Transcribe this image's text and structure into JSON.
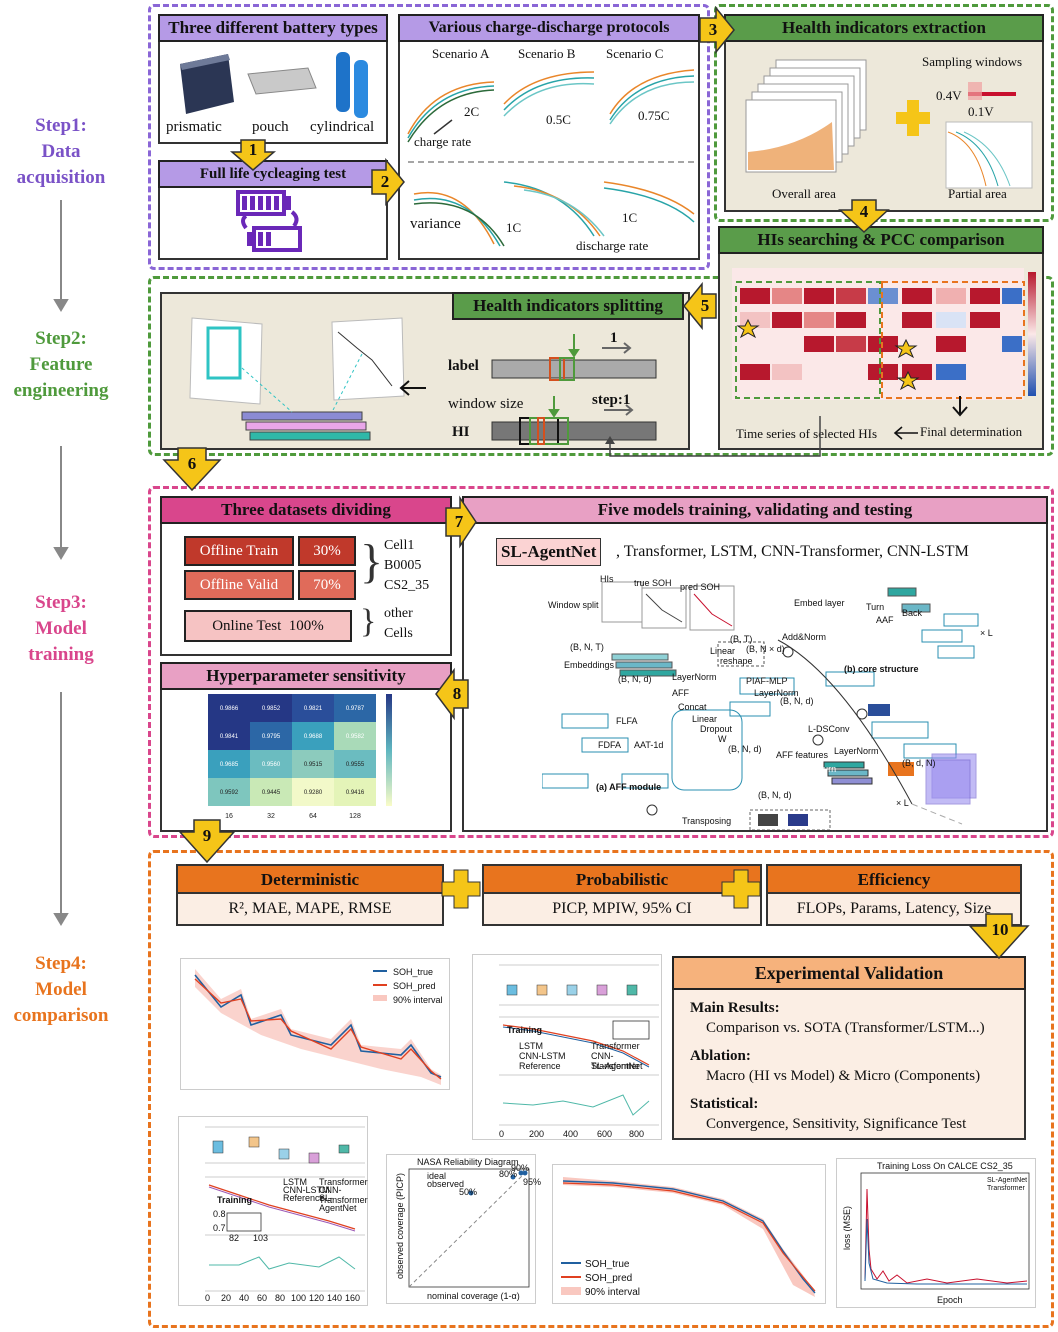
{
  "steps": [
    {
      "label": "Step1:\nData\nacquisition",
      "color": "#7a52c7"
    },
    {
      "label": "Step2:\nFeature\nengineering",
      "color": "#4f9a3c"
    },
    {
      "label": "Step3:\nModel\ntraining",
      "color": "#d9468c"
    },
    {
      "label": "Step4:\nModel\ncomparison",
      "color": "#e8741e"
    }
  ],
  "step1": {
    "battery_title": "Three different battery types",
    "battery_labels": [
      "prismatic",
      "pouch",
      "cylindrical"
    ],
    "test_title": "Full life cycleaging test",
    "protocols_title": "Various charge-discharge protocols",
    "scenarios": [
      "Scenario A",
      "Scenario B",
      "Scenario C"
    ],
    "rates_top": [
      "2C",
      "0.5C",
      "0.75C"
    ],
    "charge_rate": "charge rate",
    "variance": "variance",
    "rates_bottom": [
      "1C",
      "1C"
    ],
    "discharge_rate": "discharge rate"
  },
  "hi_extraction": {
    "title": "Health indicators extraction",
    "sampling_windows": "Sampling windows",
    "v04": "0.4V",
    "v01": "0.1V",
    "overall_area": "Overall area",
    "partial_area": "Partial area"
  },
  "hi_search": {
    "title": "HIs searching & PCC comparison",
    "final_determination": "Final determination",
    "time_series": "Time series of selected HIs"
  },
  "hi_split": {
    "title": "Health indicators splitting",
    "label": "label",
    "window_size": "window size",
    "hi": "HI",
    "step_one": "1",
    "step_label": "step:1"
  },
  "datasets": {
    "title": "Three datasets dividing",
    "offline_train": "Offline Train",
    "train_pct": "30%",
    "offline_valid": "Offline Valid",
    "valid_pct": "70%",
    "cells": [
      "Cell1",
      "B0005",
      "CS2_35"
    ],
    "online_test": "Online Test  100%",
    "other_cells": [
      "other",
      "Cells"
    ]
  },
  "hyper": {
    "title": "Hyperparameter sensitivity",
    "heat_values": [
      [
        "0.9866",
        "0.9852",
        "0.9821",
        "0.9787"
      ],
      [
        "0.9841",
        "0.9795",
        "0.9688",
        "0.9582"
      ],
      [
        "0.9685",
        "0.9560",
        "0.9515",
        "0.9555"
      ],
      [
        "0.9592",
        "0.9445",
        "0.9280",
        "0.9416"
      ]
    ],
    "heat_colors": [
      [
        "#253785",
        "#253785",
        "#2a4e9a",
        "#2c67a6"
      ],
      [
        "#253785",
        "#2c67a6",
        "#3aa0bd",
        "#a9dab8"
      ],
      [
        "#3aa0bd",
        "#6bbcc0",
        "#8ccbbd",
        "#6bbcc0"
      ],
      [
        "#7ec6be",
        "#c9e9b6",
        "#f2f9c9",
        "#e4f4b8"
      ]
    ],
    "x_ticks": [
      "16",
      "32",
      "64",
      "128"
    ]
  },
  "models": {
    "title": "Five models training, validating and testing",
    "main": "SL-AgentNet",
    "rest": ", Transformer, LSTM, CNN-Transformer, CNN-LSTM",
    "arch_labels": {
      "his": "HIs",
      "true_soh": "true SOH",
      "pred_soh": "pred SOH",
      "window_split": "Window split",
      "embeddings": "Embeddings",
      "bnt": "(B, N, T)",
      "bt": "(B, T)",
      "linear": "Linear",
      "reshape": "reshape",
      "bnd_shape": "(B, N × d)",
      "layernorm": "LayerNorm",
      "aff": "AFF",
      "concat": "Concat",
      "flfa": "FLFA",
      "fdfa": "FDFA",
      "aat": "AAT-1d",
      "dropout": "Dropout",
      "w": "W",
      "piaf": "PIAF-MLP",
      "back": "Back",
      "ldsconv": "L-DSConv",
      "aff_features": "AFF features",
      "turn": "Turn",
      "bdn": "(B, d, N)",
      "xl": "× L",
      "core": "(b) core structure",
      "aff_module": "(a) AFF module",
      "transposing": "Transposing",
      "bnd": "(B, N, d)",
      "embed_layer": "Embed layer",
      "addnorm": "Add&Norm",
      "aaf": "AAF",
      "linear2": "Linear"
    }
  },
  "metrics": {
    "deterministic": "Deterministic",
    "det_items": "R², MAE, MAPE, RMSE",
    "probabilistic": "Probabilistic",
    "prob_items": "PICP, MPIW, 95% CI",
    "efficiency": "Efficiency",
    "eff_items": "FLOPs, Params, Latency, Size"
  },
  "validation": {
    "title": "Experimental Validation",
    "main_results": "Main Results:",
    "main_text": "Comparison vs. SOTA (Transformer/LSTM...)",
    "ablation": "Ablation:",
    "ablation_text": "Macro (HI vs Model) & Micro (Components)",
    "statistical": "Statistical:",
    "statistical_text": "Convergence, Sensitivity, Significance Test"
  },
  "badges": [
    "1",
    "2",
    "3",
    "4",
    "5",
    "6",
    "7",
    "8",
    "9",
    "10"
  ],
  "plots": {
    "legend_true": "SOH_true",
    "legend_pred": "SOH_pred",
    "legend_interval": "90% interval",
    "reliability_title": "NASA Reliability Diagram",
    "ideal": "ideal",
    "observed": "observed",
    "rel_xlabel": "nominal coverage (1-α)",
    "rel_ylabel": "observed coverage (PICP)",
    "rel_points": [
      "50%",
      "80%",
      "90%",
      "95%"
    ],
    "loss_title": "Training Loss On CALCE CS2_35",
    "loss_ylabel": "loss (MSE)",
    "loss_xlabel": "Epoch",
    "loss_legend": [
      "SL-AgentNet",
      "Transformer"
    ],
    "training": "Training",
    "model_legend": [
      "LSTM",
      "Transformer",
      "CNN-LSTM",
      "CNN-Transformer",
      "Reference",
      "SL-AgentNet"
    ],
    "xticks_a": [
      "0",
      "200",
      "400",
      "600",
      "800"
    ],
    "xticks_b": [
      "0",
      "20",
      "40",
      "60",
      "80",
      "100",
      "120",
      "140",
      "160"
    ],
    "callout": [
      "0.8",
      "0.7",
      "82",
      "103"
    ]
  }
}
